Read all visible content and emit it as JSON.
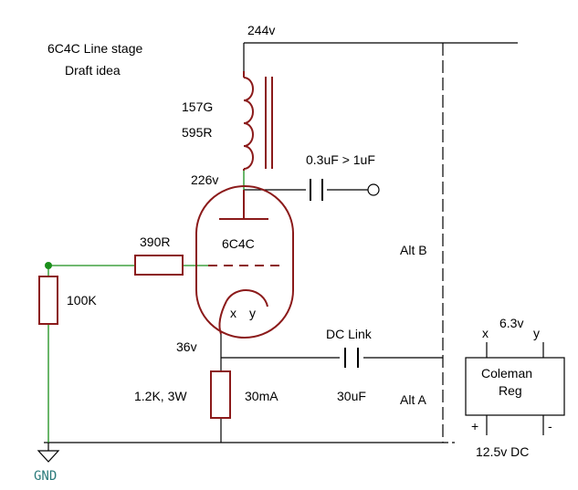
{
  "title": {
    "line1": "6C4C Line stage",
    "line2": "Draft idea"
  },
  "supply": {
    "top_voltage": "244v"
  },
  "choke": {
    "inductance": "157G",
    "resistance": "595R"
  },
  "anode": {
    "voltage": "226v"
  },
  "output_cap": {
    "value": "0.3uF > 1uF"
  },
  "tube": {
    "name": "6C4C",
    "heater_x": "x",
    "heater_y": "y"
  },
  "grid_resistor": {
    "value": "390R"
  },
  "grid_leak": {
    "value": "100K"
  },
  "cathode": {
    "voltage": "36v"
  },
  "cathode_resistor": {
    "value": "1.2K, 3W",
    "current": "30mA"
  },
  "dc_link": {
    "label": "DC Link",
    "value": "30uF"
  },
  "alternatives": {
    "a": "Alt A",
    "b": "Alt B"
  },
  "regulator": {
    "output_voltage": "6.3v",
    "pin_x": "x",
    "pin_y": "y",
    "name_line1": "Coleman",
    "name_line2": "Reg",
    "plus": "+",
    "minus": "-",
    "input_voltage": "12.5v DC"
  },
  "ground": {
    "label": "GND"
  },
  "colors": {
    "wire": "#000000",
    "component": "#8b1a1a",
    "green_wire": "#1a8f1a",
    "ground_label": "#2a7a7a"
  }
}
